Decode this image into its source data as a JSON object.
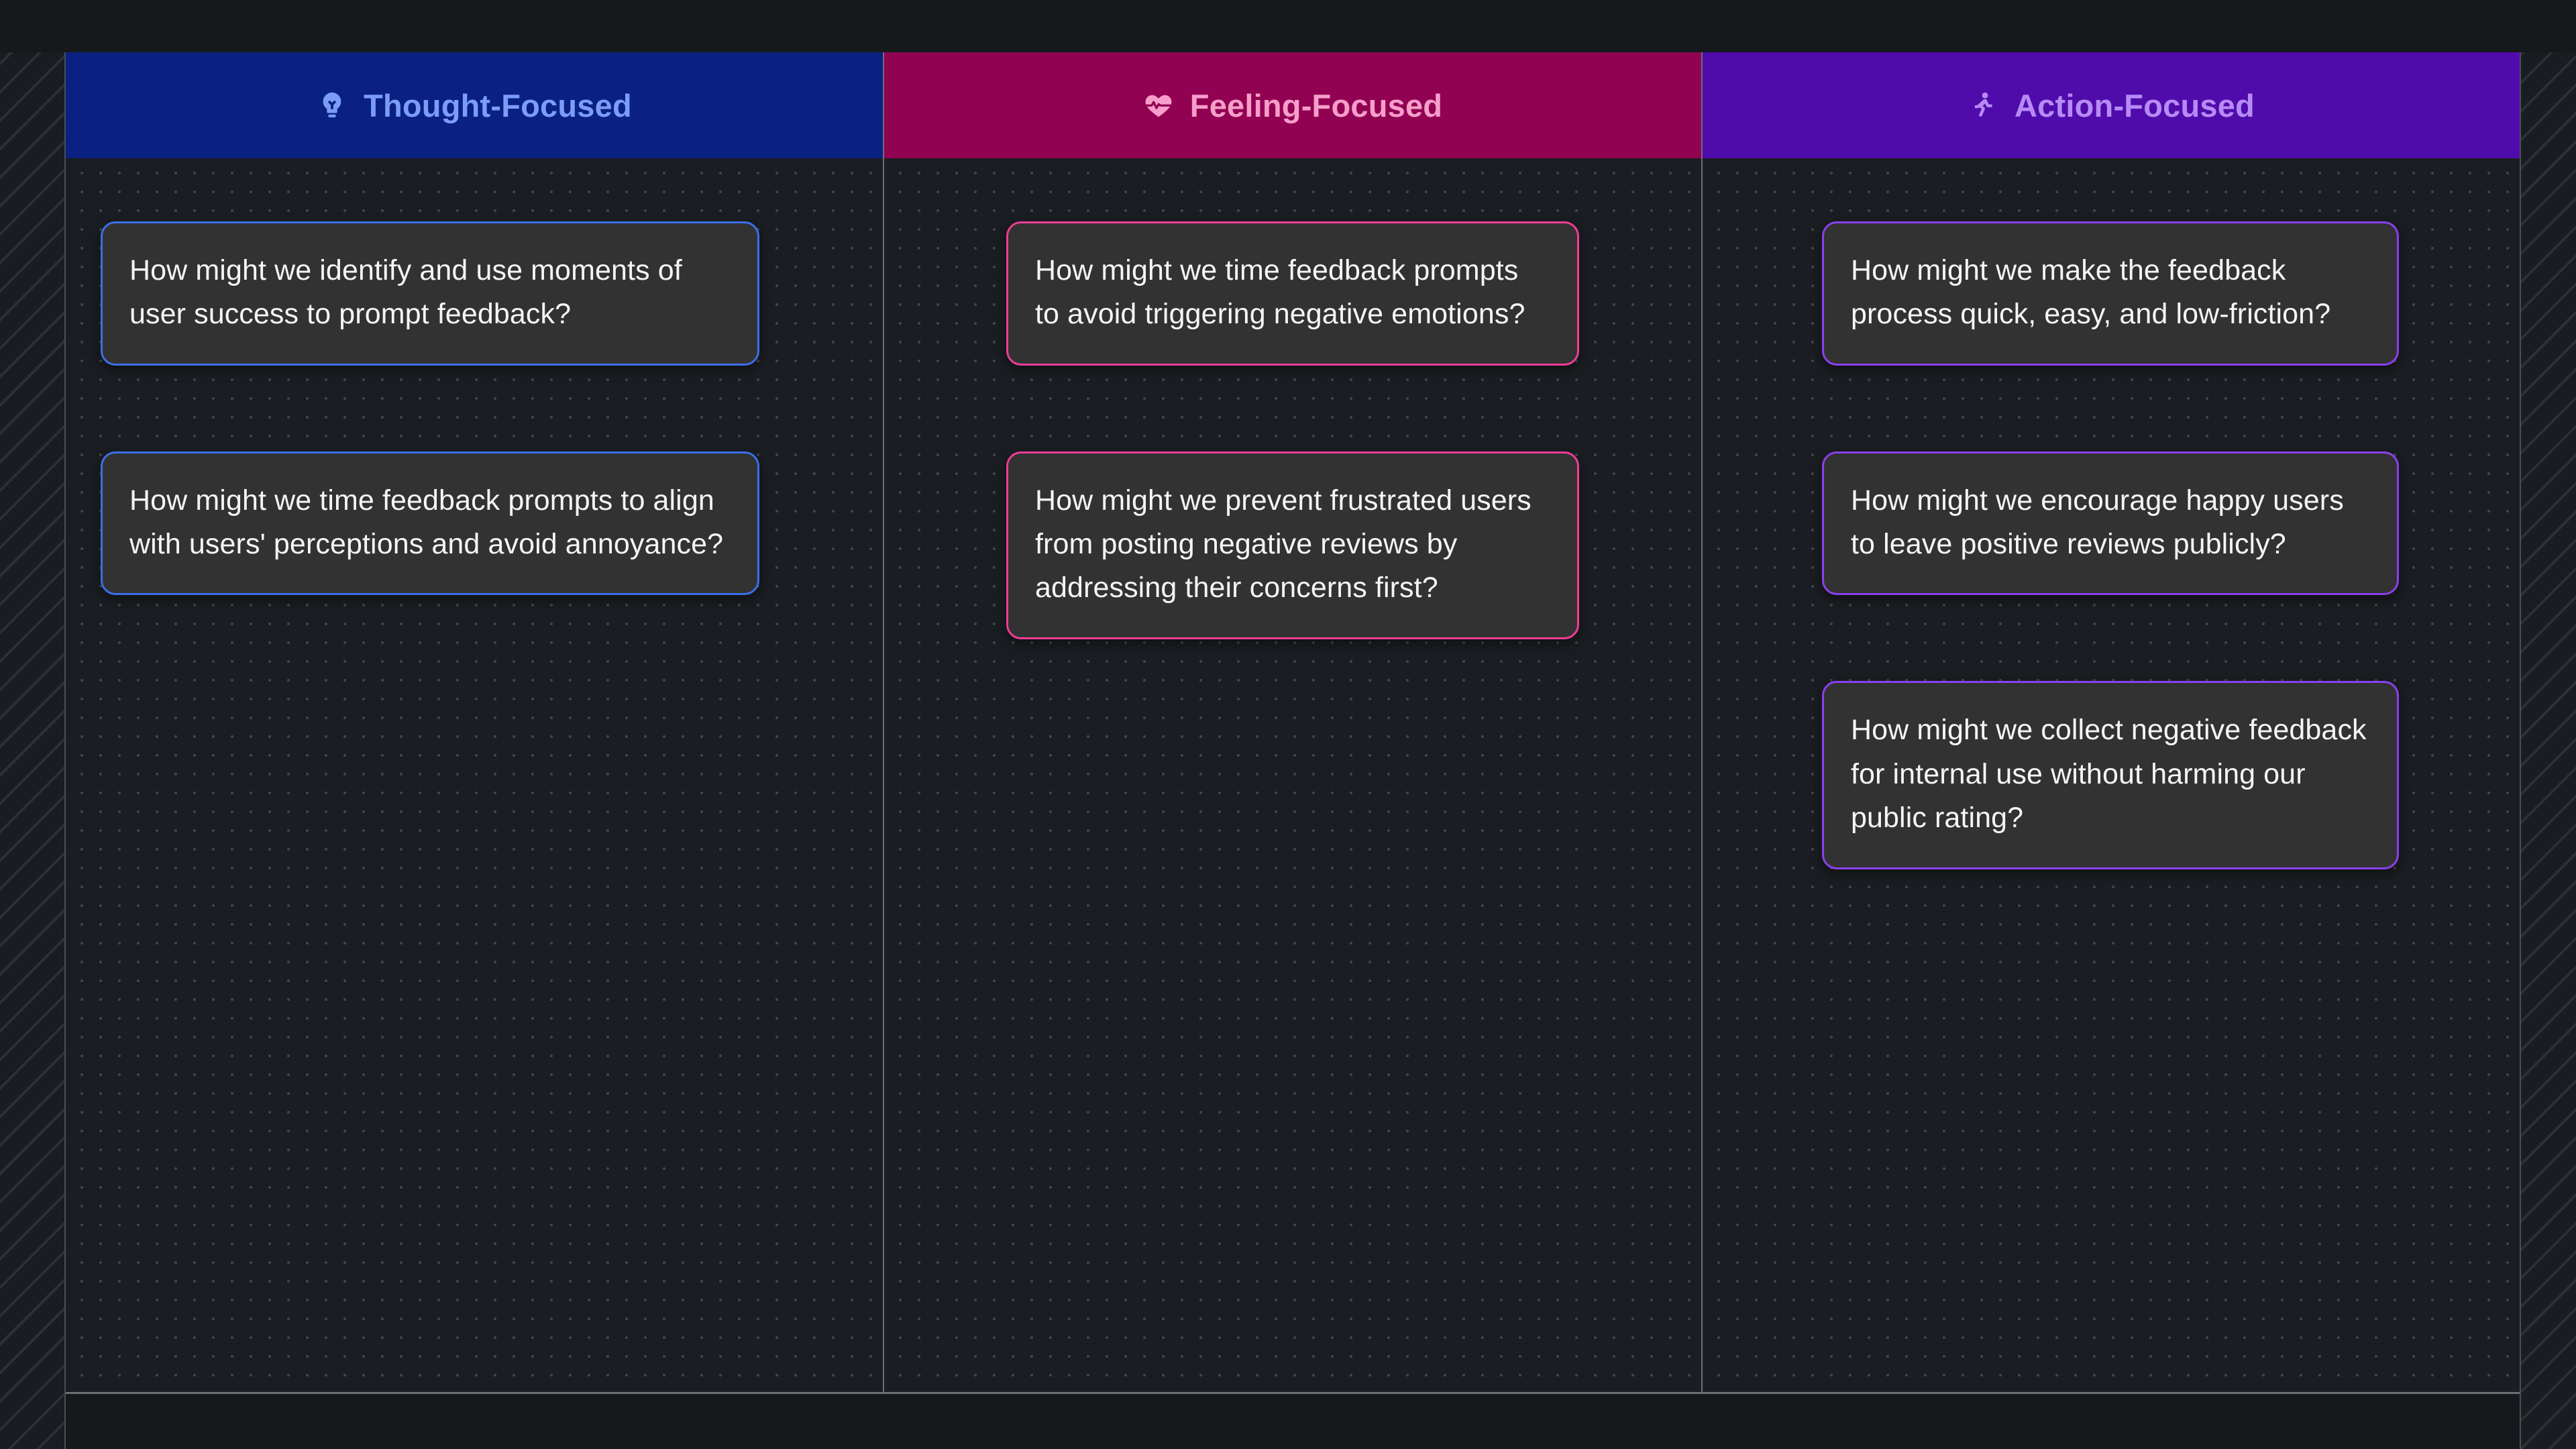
{
  "board": {
    "columns": [
      {
        "id": "thought-focused",
        "title": "Thought-Focused",
        "icon": "lightbulb-icon",
        "header_bg": "#0a2181",
        "accent": "#7b9cf7",
        "card_border": "#3b6fe8",
        "cards": [
          {
            "text": "How might we identify and use moments of user success to prompt feedback?"
          },
          {
            "text": "How might we time feedback prompts to align with users' perceptions and avoid annoyance?"
          }
        ]
      },
      {
        "id": "feeling-focused",
        "title": "Feeling-Focused",
        "icon": "heart-pulse-icon",
        "header_bg": "#910352",
        "accent": "#f79ecb",
        "card_border": "#ef3c96",
        "cards": [
          {
            "text": "How might we time feedback prompts to avoid triggering negative emotions?"
          },
          {
            "text": "How might we prevent frustrated users from posting negative reviews by addressing their concerns first?"
          }
        ]
      },
      {
        "id": "action-focused",
        "title": "Action-Focused",
        "icon": "walking-person-icon",
        "header_bg": "#500cab",
        "accent": "#b78bf7",
        "card_border": "#8a40f0",
        "cards": [
          {
            "text": "How might we make the feedback process quick, easy, and low-friction?"
          },
          {
            "text": "How might we encourage happy users to leave positive reviews publicly?"
          },
          {
            "text": "How might we collect negative feedback for internal use without harming our public rating?"
          }
        ]
      }
    ]
  },
  "canvas": {
    "background": "#16191c",
    "board_background": "#1a1d21",
    "card_background": "#323232",
    "card_text_color": "#f4f5f6",
    "divider_color": "#6b7077"
  }
}
